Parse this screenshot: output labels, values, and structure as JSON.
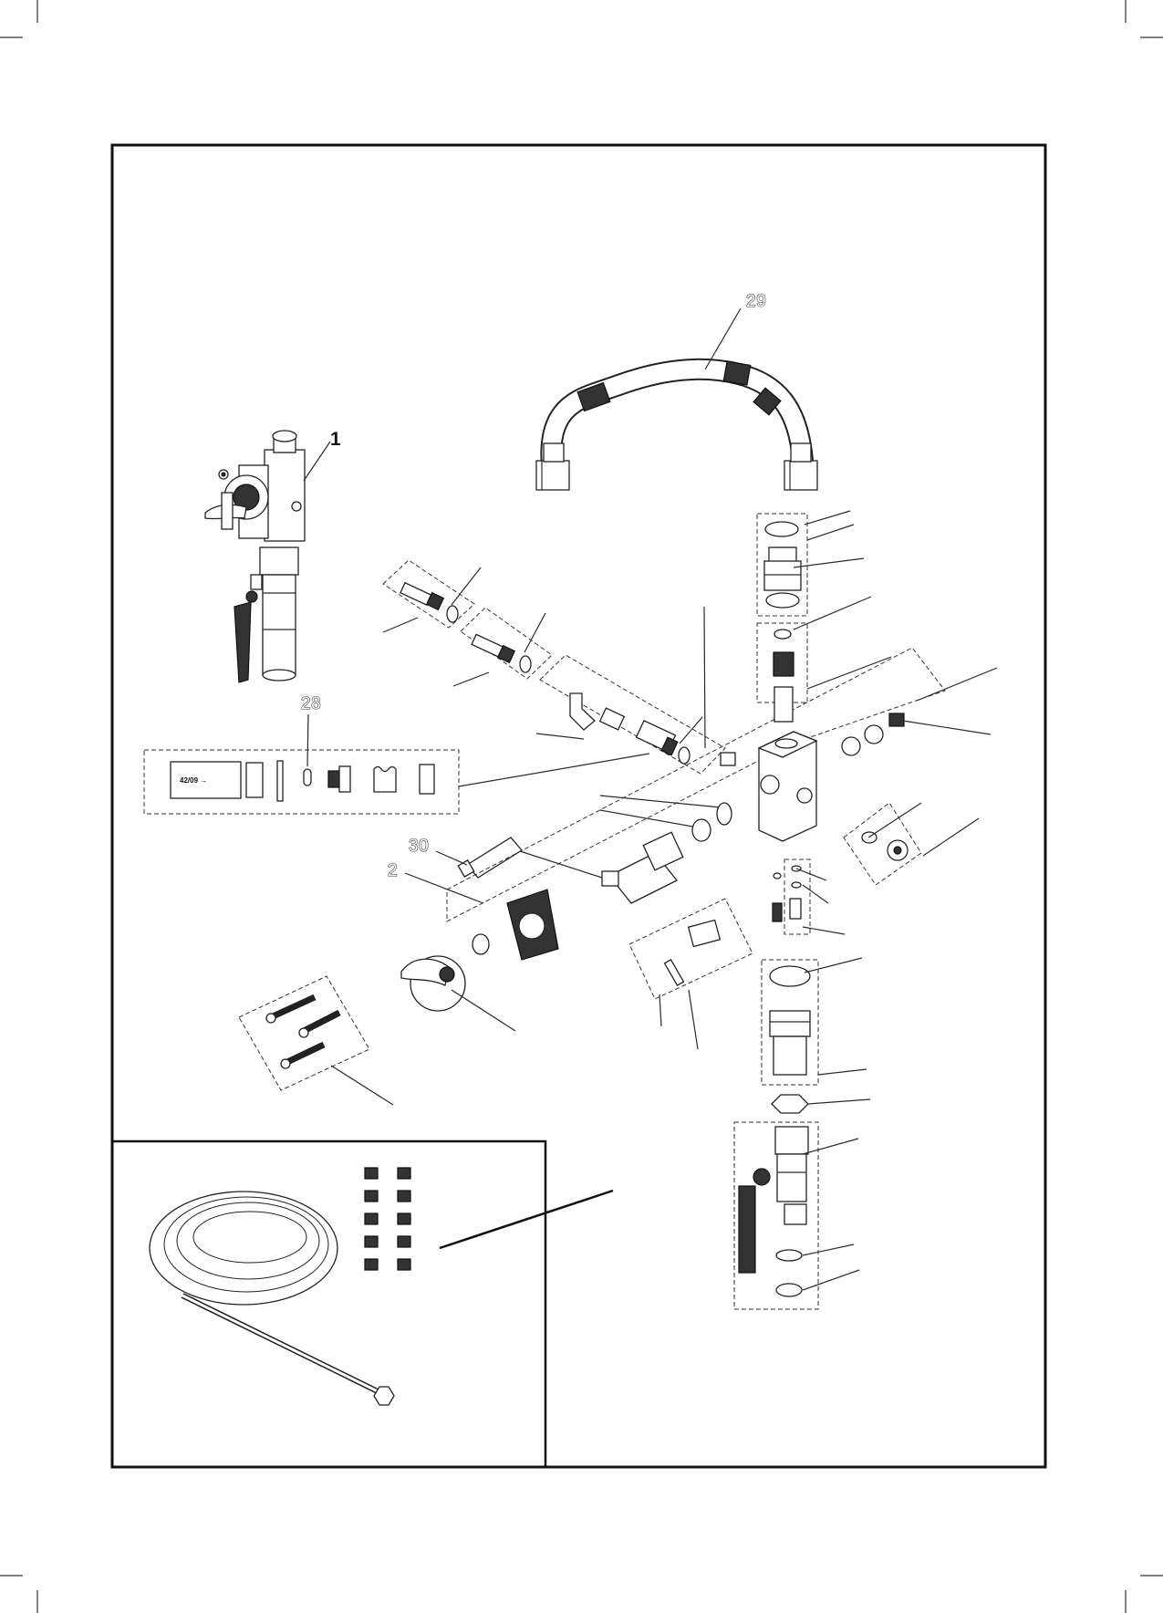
{
  "callouts": {
    "part_1": "1",
    "part_2": "2",
    "part_28": "28",
    "part_29": "29",
    "part_30": "30"
  },
  "stamp": {
    "date_code": "42/09 →"
  },
  "colors": {
    "frame": "#111111",
    "line": "#2b2b2b",
    "part_fill": "#ffffff",
    "dark_part": "#333333"
  }
}
